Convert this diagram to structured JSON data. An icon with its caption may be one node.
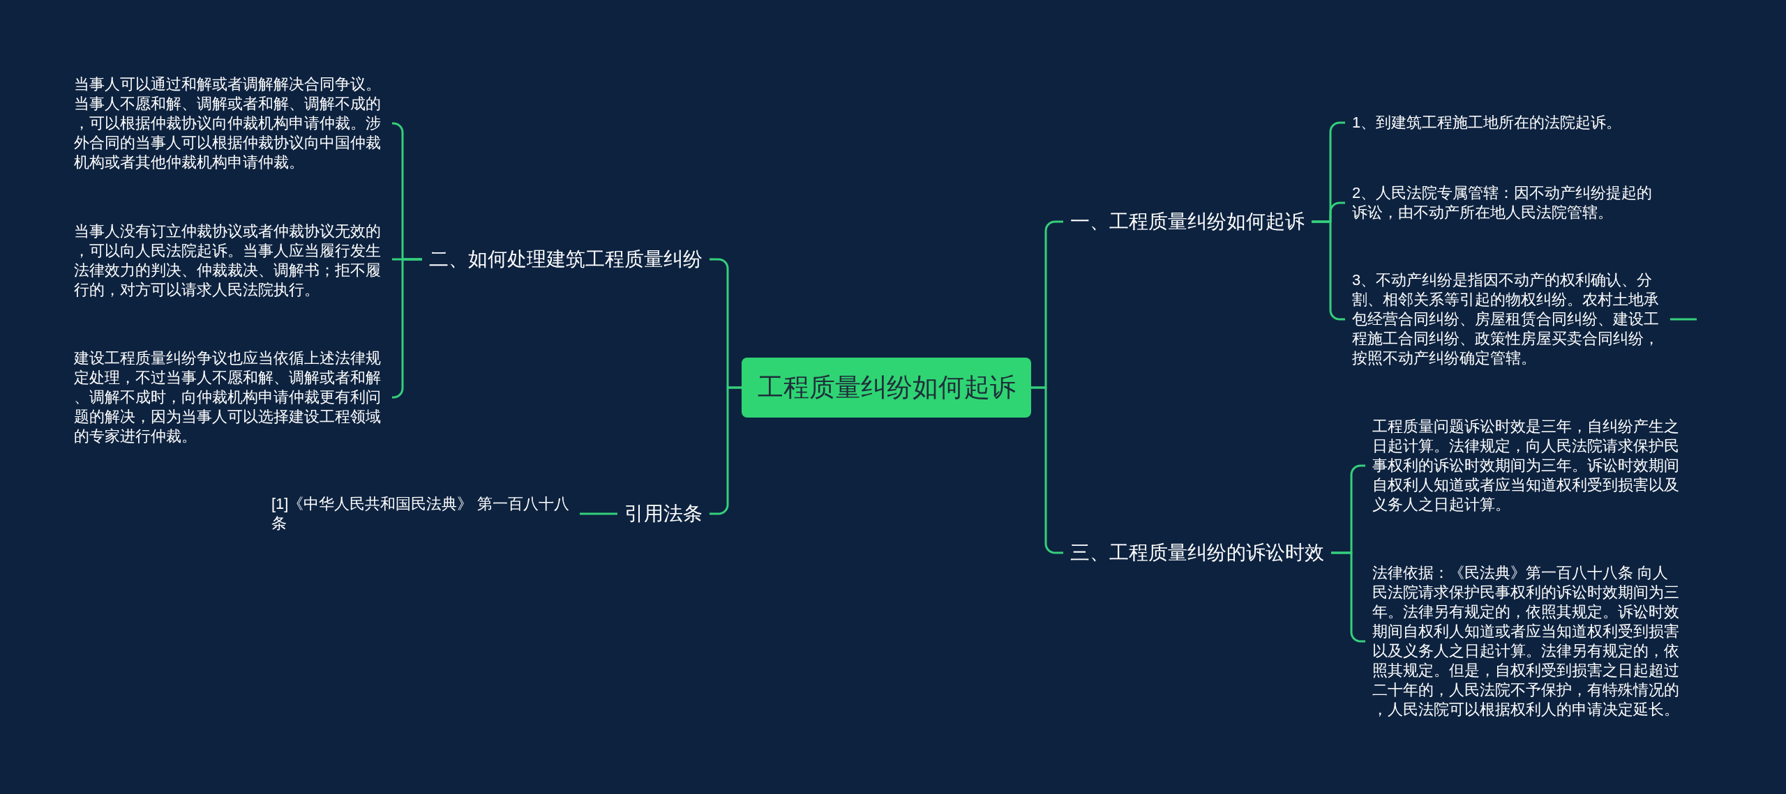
{
  "diagram": {
    "nodes": [
      {
        "text": [
          "工程质量纠纷如何起诉"
        ]
      },
      {
        "text": [
          "一、工程质量纠纷如何起诉"
        ]
      },
      {
        "text": [
          "1、到建筑工程施工地所在的法院起诉。"
        ]
      },
      {
        "text": [
          "2、人民法院专属管辖：因不动产纠纷提起的诉讼，由不动产所在地人民法院管辖。"
        ]
      },
      {
        "text": [
          "3、不动产纠纷是指因不动产的权利确认、分割、相邻关系等引起的物权纠纷。农村土地承包经营合同纠纷、房屋租赁合同纠纷、建设工程施工合同纠纷、政策性房屋买卖合同纠纷，按照不动产纠纷确定管辖。"
        ]
      },
      {
        "text": [
          "三、工程质量纠纷的诉讼时效"
        ]
      },
      {
        "text": [
          "工程质量问题诉讼时效是三年，自纠纷产生之日起计算。法律规定，向人民法院请求保护民事权利的诉讼时效期间为三年。诉讼时效期间自权利人知道或者应当知道权利受到损害以及义务人之日起计算。"
        ]
      },
      {
        "text": [
          "法律依据：《民法典》第一百八十八条 向人民法院请求保护民事权利的诉讼时效期间为三年。法律另有规定的，依照其规定。诉讼时效期间自权利人知道或者应当知道权利受到损害以及义务人之日起计算。法律另有规定的，依照其规定。但是，自权利受到损害之日起超过二十年的，人民法院不予保护，有特殊情况的，人民法院可以根据权利人的申请决定延长。"
        ]
      },
      {
        "text": [
          "二、如何处理建筑工程质量纠纷"
        ]
      },
      {
        "text": [
          "当事人可以通过和解或者调解解决合同争议。当事人不愿和解、调解或者和解、调解不成的，可以根据仲裁协议向仲裁机构申请仲裁。涉外合同的当事人可以根据仲裁协议向中国仲裁机构或者其他仲裁机构申请仲裁。"
        ]
      },
      {
        "text": [
          "当事人没有订立仲裁协议或者仲裁协议无效的，可以向人民法院起诉。当事人应当履行发生法律效力的判决、仲裁裁决、调解书；拒不履行的，对方可以请求人民法院执行。"
        ]
      },
      {
        "text": [
          "建设工程质量纠纷争议也应当依循上述法律规定处理，不过当事人不愿和解、调解或者和解、调解不成时，向仲裁机构申请仲裁更有利问题的解决，因为当事人可以选择建设工程领域的专家进行仲裁。"
        ]
      },
      {
        "text": [
          "引用法条"
        ]
      },
      {
        "text": [
          "[1]《中华人民共和国民法典》 第一百八十八条"
        ]
      }
    ],
    "edges": [
      {
        "from": 0,
        "to": 1,
        "arrow": "none"
      },
      {
        "from": 1,
        "to": 2,
        "arrow": "none"
      },
      {
        "from": 1,
        "to": 3,
        "arrow": "none"
      },
      {
        "from": 1,
        "to": 4,
        "arrow": "none"
      },
      {
        "from": 4,
        "to": null,
        "arrow": "none"
      },
      {
        "from": 0,
        "to": 5,
        "arrow": "none"
      },
      {
        "from": 5,
        "to": 6,
        "arrow": "none"
      },
      {
        "from": 5,
        "to": 7,
        "arrow": "none"
      },
      {
        "from": 0,
        "to": 8,
        "arrow": "none"
      },
      {
        "from": 8,
        "to": 9,
        "arrow": "none"
      },
      {
        "from": 8,
        "to": 10,
        "arrow": "none"
      },
      {
        "from": 8,
        "to": 11,
        "arrow": "none"
      },
      {
        "from": 0,
        "to": 12,
        "arrow": "none"
      },
      {
        "from": 12,
        "to": 13,
        "arrow": "none"
      }
    ]
  }
}
